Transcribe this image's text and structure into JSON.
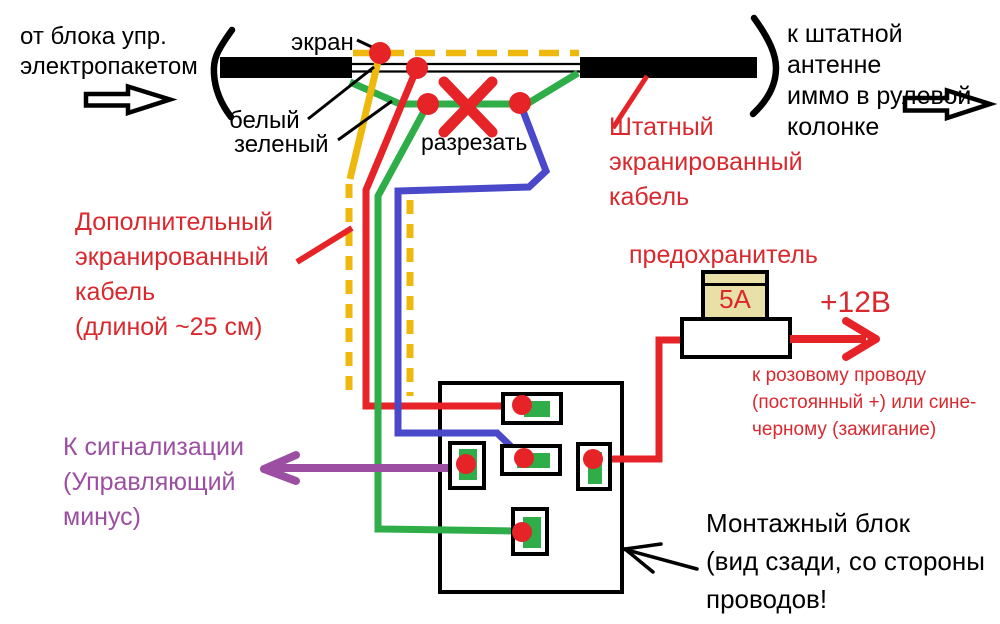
{
  "labels": {
    "from_unit": "от блока упр.\nэлектропакетом",
    "ekran": "экран",
    "bely": "белый",
    "zeleny": "зеленый",
    "razrezat": "разрезать",
    "to_antenna": "к штатной антенне\nиммо в рулевой\nколонке",
    "shtatny_cable": "Штатный\nэкранированный\nкабель",
    "dop_cable": "Дополнительный\nэкранированный\nкабель\n(длиной ~25 см)",
    "predohranitel": "предохранитель",
    "fuse_rating": "5А",
    "plus12v": "+12В",
    "pink_wire_note": "к розовому проводу\n(постоянный +) или сине-\nчерному (зажигание)",
    "to_alarm": "К сигнализации\n(Управляющий\nминус)",
    "montage_block": "Монтажный блок\n(вид сзади, со стороны\nпроводов!"
  },
  "colors": {
    "black": "#000000",
    "red_wire": "#e62327",
    "red_text": "#d9292f",
    "green_wire": "#2ead49",
    "blue_wire": "#4a49c9",
    "yellow_shield": "#eeb80c",
    "purple": "#9c4fa2",
    "fuse_fill": "#e8e0a6",
    "background": "#ffffff"
  }
}
